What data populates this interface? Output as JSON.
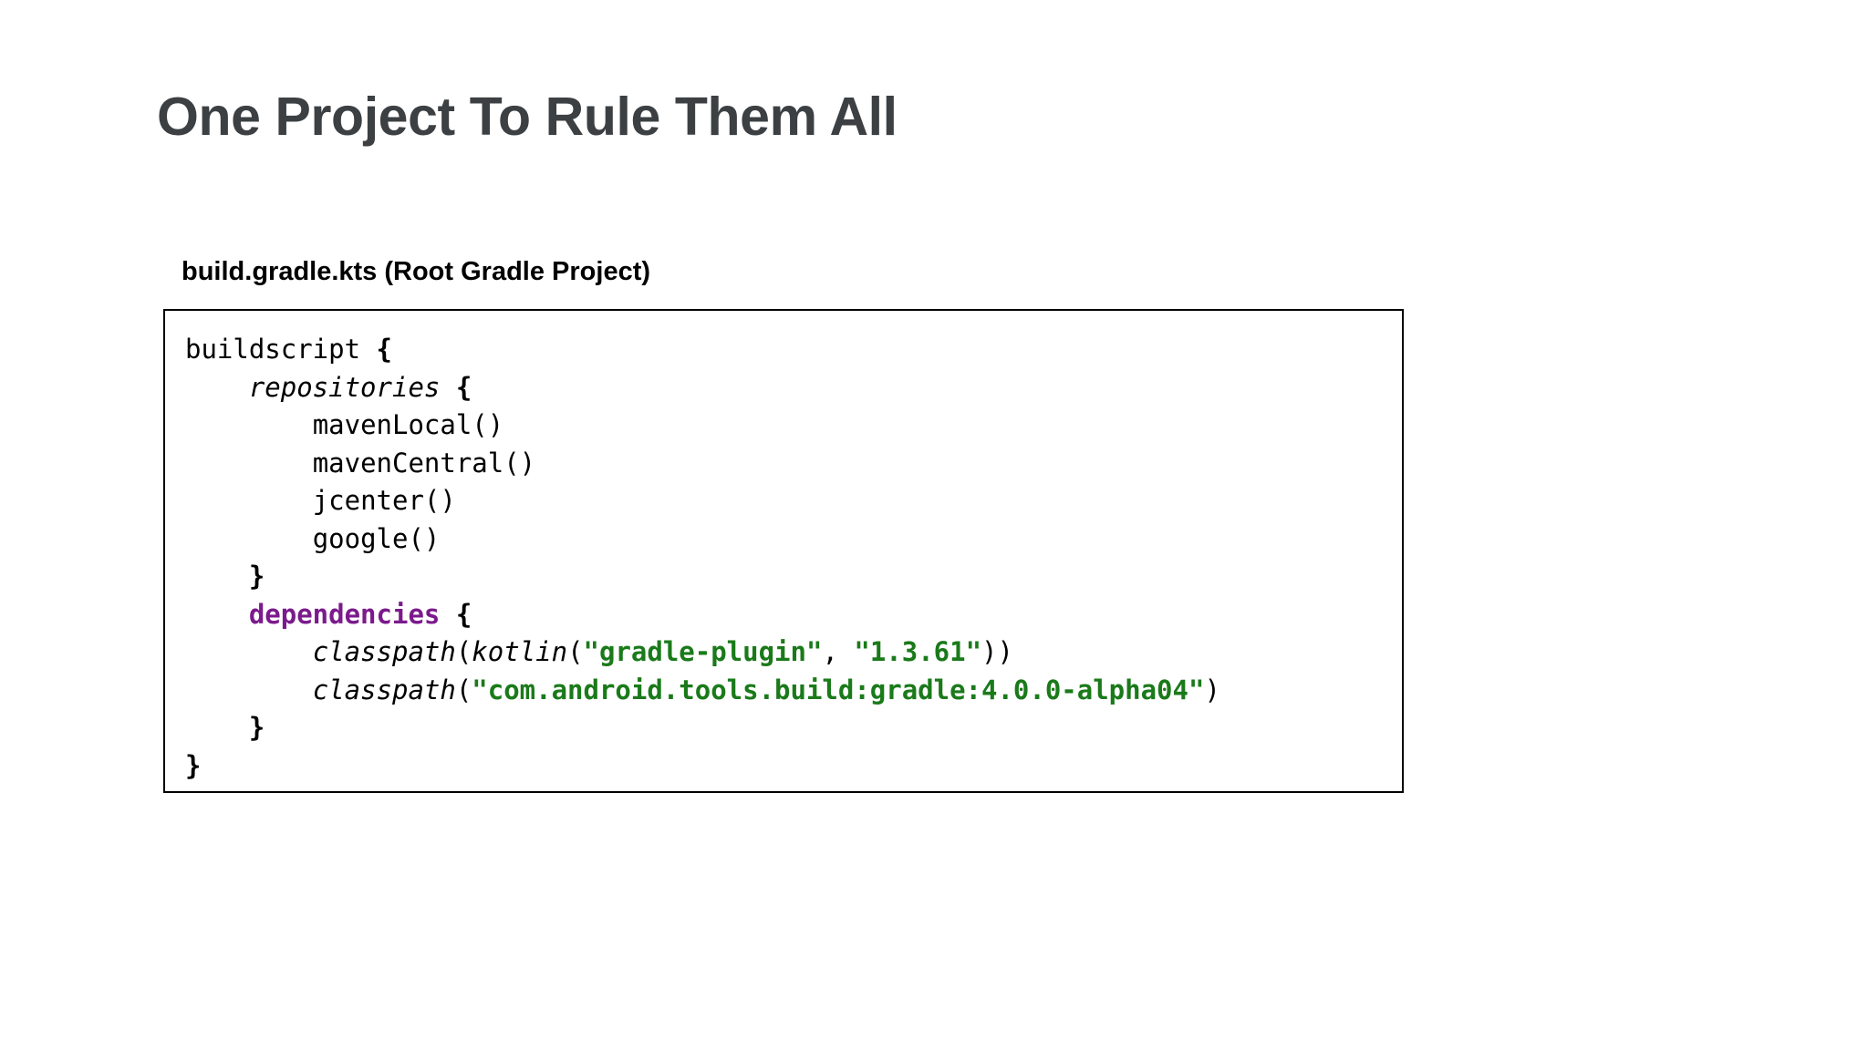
{
  "slide": {
    "title": "One Project To Rule Them All",
    "background_color": "#ffffff",
    "title_color": "#3c4043"
  },
  "code_block": {
    "caption": "build.gradle.kts (Root Gradle Project)",
    "language": "kotlin",
    "border_color": "#000000",
    "colors": {
      "plain": "#000000",
      "keyword": "#7b1a8c",
      "string": "#1a7a1a"
    },
    "lines": [
      {
        "indent": 0,
        "tokens": [
          {
            "text": "buildscript ",
            "style": "plain"
          },
          {
            "text": "{",
            "style": "brace"
          }
        ]
      },
      {
        "indent": 1,
        "tokens": [
          {
            "text": "repositories",
            "style": "italic"
          },
          {
            "text": " ",
            "style": "plain"
          },
          {
            "text": "{",
            "style": "brace"
          }
        ]
      },
      {
        "indent": 2,
        "tokens": [
          {
            "text": "mavenLocal()",
            "style": "plain"
          }
        ]
      },
      {
        "indent": 2,
        "tokens": [
          {
            "text": "mavenCentral()",
            "style": "plain"
          }
        ]
      },
      {
        "indent": 2,
        "tokens": [
          {
            "text": "jcenter()",
            "style": "plain"
          }
        ]
      },
      {
        "indent": 2,
        "tokens": [
          {
            "text": "google()",
            "style": "plain"
          }
        ]
      },
      {
        "indent": 1,
        "tokens": [
          {
            "text": "}",
            "style": "brace"
          }
        ]
      },
      {
        "indent": 1,
        "tokens": [
          {
            "text": "dependencies",
            "style": "keyword"
          },
          {
            "text": " ",
            "style": "plain"
          },
          {
            "text": "{",
            "style": "brace"
          }
        ]
      },
      {
        "indent": 2,
        "tokens": [
          {
            "text": "classpath",
            "style": "italic"
          },
          {
            "text": "(",
            "style": "plain"
          },
          {
            "text": "kotlin",
            "style": "italic"
          },
          {
            "text": "(",
            "style": "plain"
          },
          {
            "text": "\"gradle-plugin\"",
            "style": "string"
          },
          {
            "text": ", ",
            "style": "plain"
          },
          {
            "text": "\"1.3.61\"",
            "style": "string"
          },
          {
            "text": "))",
            "style": "plain"
          }
        ]
      },
      {
        "indent": 2,
        "tokens": [
          {
            "text": "classpath",
            "style": "italic"
          },
          {
            "text": "(",
            "style": "plain"
          },
          {
            "text": "\"com.android.tools.build:gradle:4.0.0-alpha04\"",
            "style": "string"
          },
          {
            "text": ")",
            "style": "plain"
          }
        ]
      },
      {
        "indent": 1,
        "tokens": [
          {
            "text": "}",
            "style": "brace"
          }
        ]
      },
      {
        "indent": 0,
        "tokens": [
          {
            "text": "}",
            "style": "brace"
          }
        ]
      }
    ]
  }
}
